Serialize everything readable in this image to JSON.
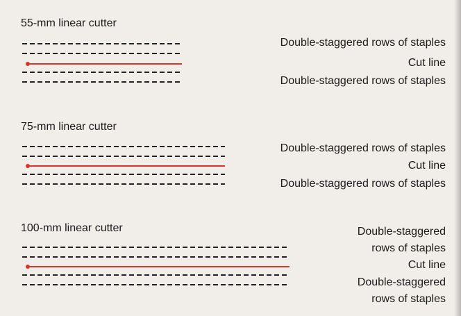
{
  "cutters": [
    {
      "title": "55-mm linear cutter",
      "labels": {
        "top": "Double-staggered rows of staples",
        "cut": "Cut line",
        "bottom": "Double-staggered rows of staples"
      }
    },
    {
      "title": "75-mm linear cutter",
      "labels": {
        "top": "Double-staggered rows of staples",
        "cut": "Cut line",
        "bottom": "Double-staggered rows of staples"
      }
    },
    {
      "title": "100-mm linear cutter",
      "labels": {
        "top_line1": "Double-staggered",
        "top_line2": "rows of staples",
        "cut": "Cut line",
        "bottom_line1": "Double-staggered",
        "bottom_line2": "rows of staples"
      }
    }
  ],
  "colors": {
    "background": "#f1eee9",
    "staple": "#222222",
    "cut_line": "#d9352b"
  }
}
